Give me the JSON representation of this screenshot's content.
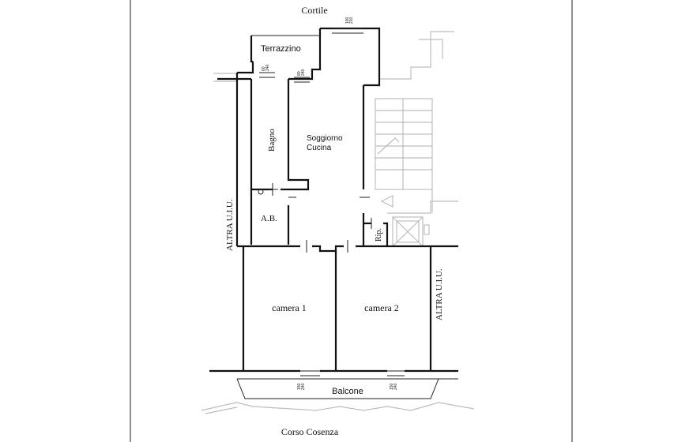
{
  "labels": {
    "cortile": "Cortile",
    "terrazzino": "Terrazzino",
    "bagno": "Bagno",
    "soggiorno": "Soggiorno",
    "cucina": "Cucina",
    "ab": "A.B.",
    "rip": "Rip.",
    "altra_left": "ALTRA U.I.U.",
    "altra_right": "ALTRA U.I.U.",
    "camera1": "camera 1",
    "camera2": "camera 2",
    "balcone": "Balcone",
    "corso": "Corso Cosenza"
  },
  "window_dims": [
    {
      "top": "100",
      "bottom": "210"
    },
    {
      "top": "60",
      "bottom": "240"
    },
    {
      "top": "80",
      "bottom": "240"
    },
    {
      "top": "150",
      "bottom": "240"
    },
    {
      "top": "150",
      "bottom": "240"
    }
  ],
  "colors": {
    "wall": "#111111",
    "neighbor": "#bdbdbd",
    "background": "#ffffff"
  }
}
